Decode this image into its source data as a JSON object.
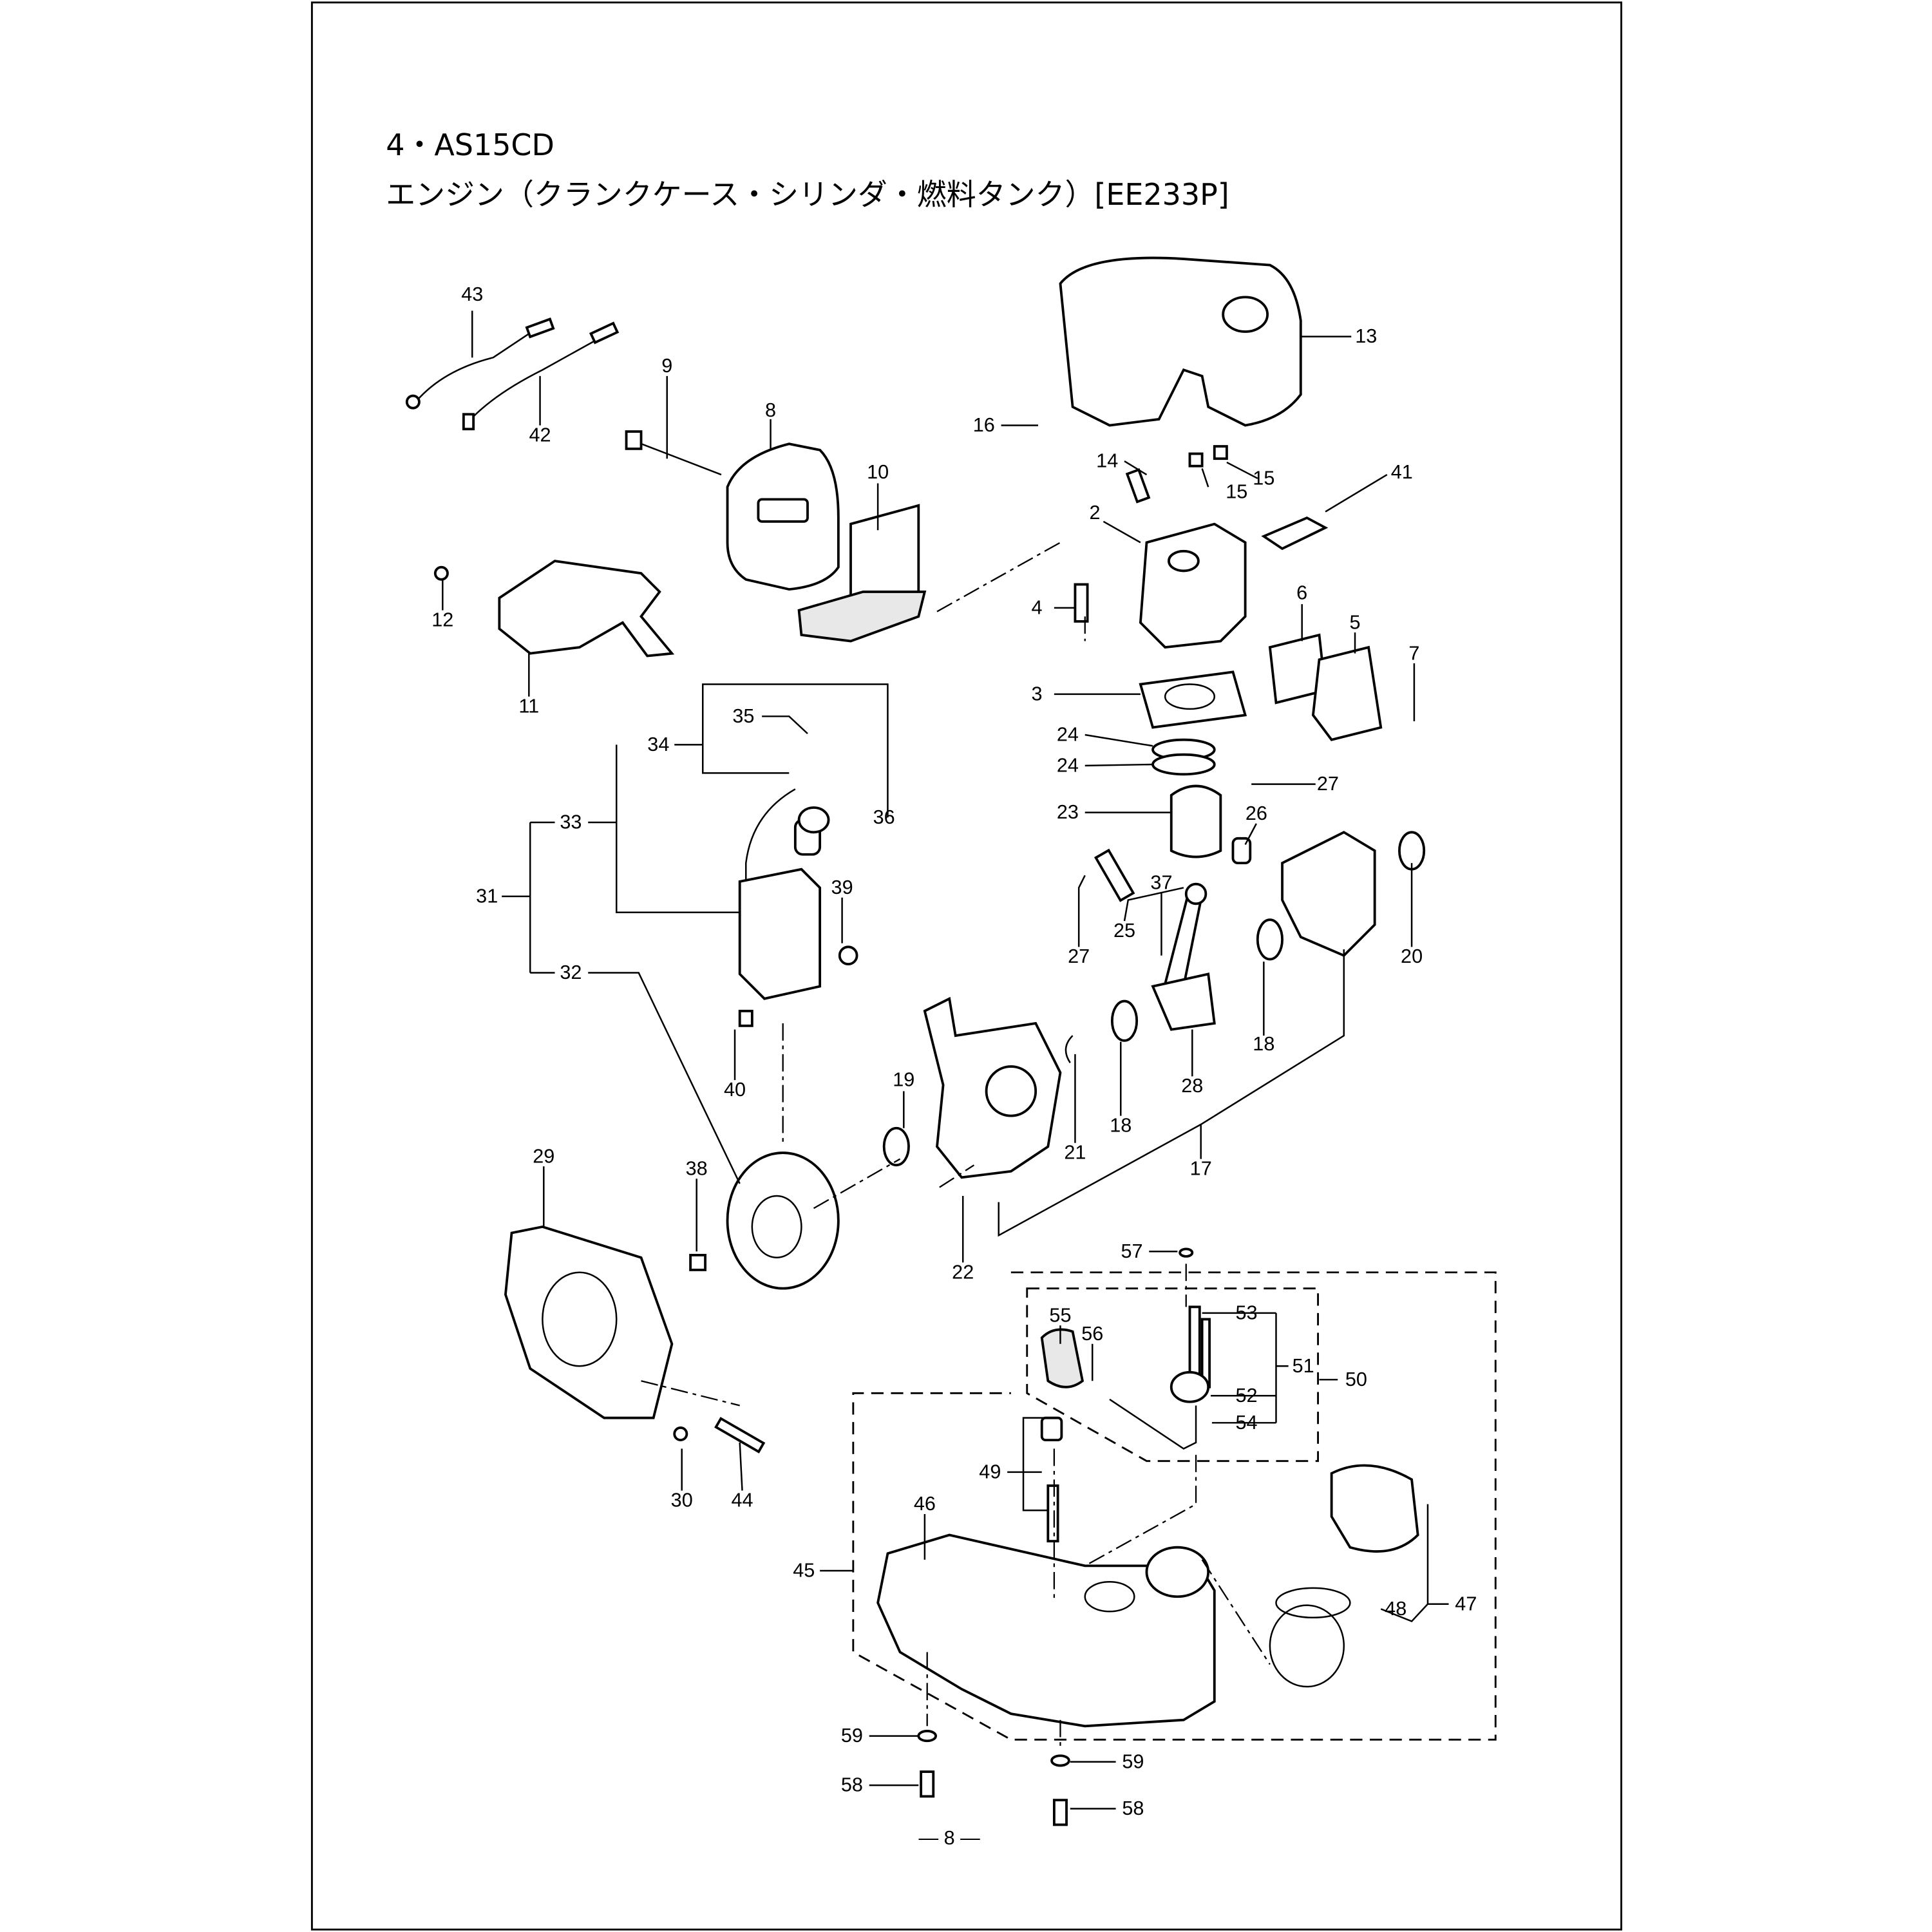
{
  "header": {
    "section": "4・AS15CD",
    "title": "エンジン（クランクケース・シリンダ・燃料タンク）[EE233P]"
  },
  "callouts": [
    "43",
    "42",
    "9",
    "8",
    "10",
    "16",
    "14",
    "15",
    "15",
    "13",
    "41",
    "2",
    "4",
    "6",
    "5",
    "7",
    "12",
    "11",
    "3",
    "24",
    "24",
    "27",
    "23",
    "26",
    "35",
    "34",
    "36",
    "33",
    "31",
    "39",
    "37",
    "27",
    "25",
    "20",
    "32",
    "18",
    "28",
    "40",
    "19",
    "21",
    "18",
    "17",
    "29",
    "38",
    "22",
    "57",
    "53",
    "55",
    "56",
    "51",
    "50",
    "52",
    "54",
    "49",
    "46",
    "45",
    "47",
    "48",
    "30",
    "44",
    "59",
    "59",
    "58",
    "58"
  ],
  "footer": {
    "page": "— 8 —"
  }
}
